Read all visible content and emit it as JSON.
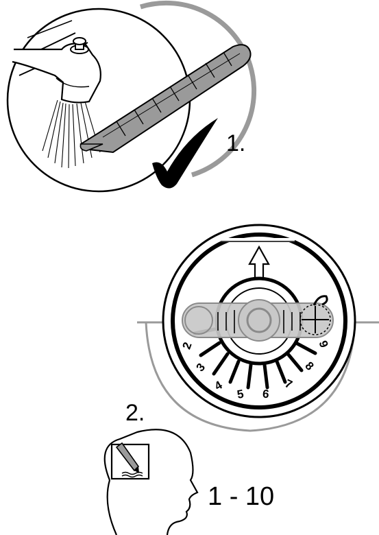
{
  "step_1_label": "1.",
  "step_2_label": "2.",
  "range_label": "1 - 10",
  "dial": {
    "numbers": [
      "2",
      "3",
      "4",
      "5",
      "6",
      "7",
      "8",
      "9"
    ]
  },
  "icons": {
    "faucet": "faucet-water-icon",
    "thermometer": "thermometer-icon",
    "check": "checkmark-icon",
    "dial": "thermostat-dial-icon",
    "head": "head-memory-icon"
  },
  "colors": {
    "ink": "#000000",
    "thermo_fill": "#9a9a9a",
    "handle_fill": "#c8c8c8",
    "shadow": "#9a9a9a"
  }
}
